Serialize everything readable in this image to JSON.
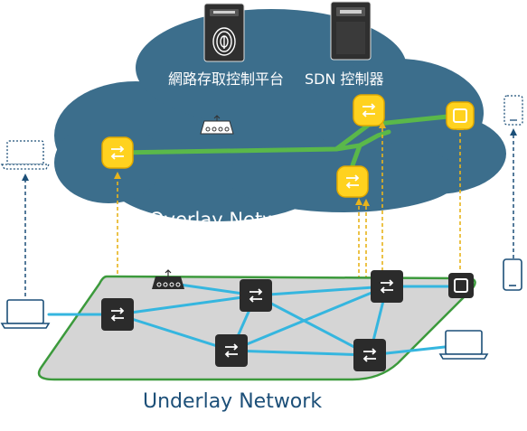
{
  "labels": {
    "nac_platform": "網路存取控制平台",
    "sdn_controller": "SDN 控制器",
    "overlay": "Overlay Network",
    "underlay": "Underlay Network"
  },
  "colors": {
    "cloud": "#3c6e8c",
    "overlay_link": "#5ab84a",
    "overlay_node": "#ffd21f",
    "underlay_plane": "#d5d5d5",
    "underlay_border": "#3c9a3c",
    "underlay_link": "#35b6df",
    "device_dark": "#2b2b2b",
    "endpoint": "#1c4f78",
    "mapping_line": "#e8b41c"
  },
  "icons": {
    "server_left": "fingerprint-server-icon",
    "server_right": "controller-server-icon",
    "router": "router-icon",
    "switch": "switch-arrows-icon",
    "laptop": "laptop-icon",
    "phone": "mobile-phone-icon",
    "access_point": "square-node-icon"
  }
}
